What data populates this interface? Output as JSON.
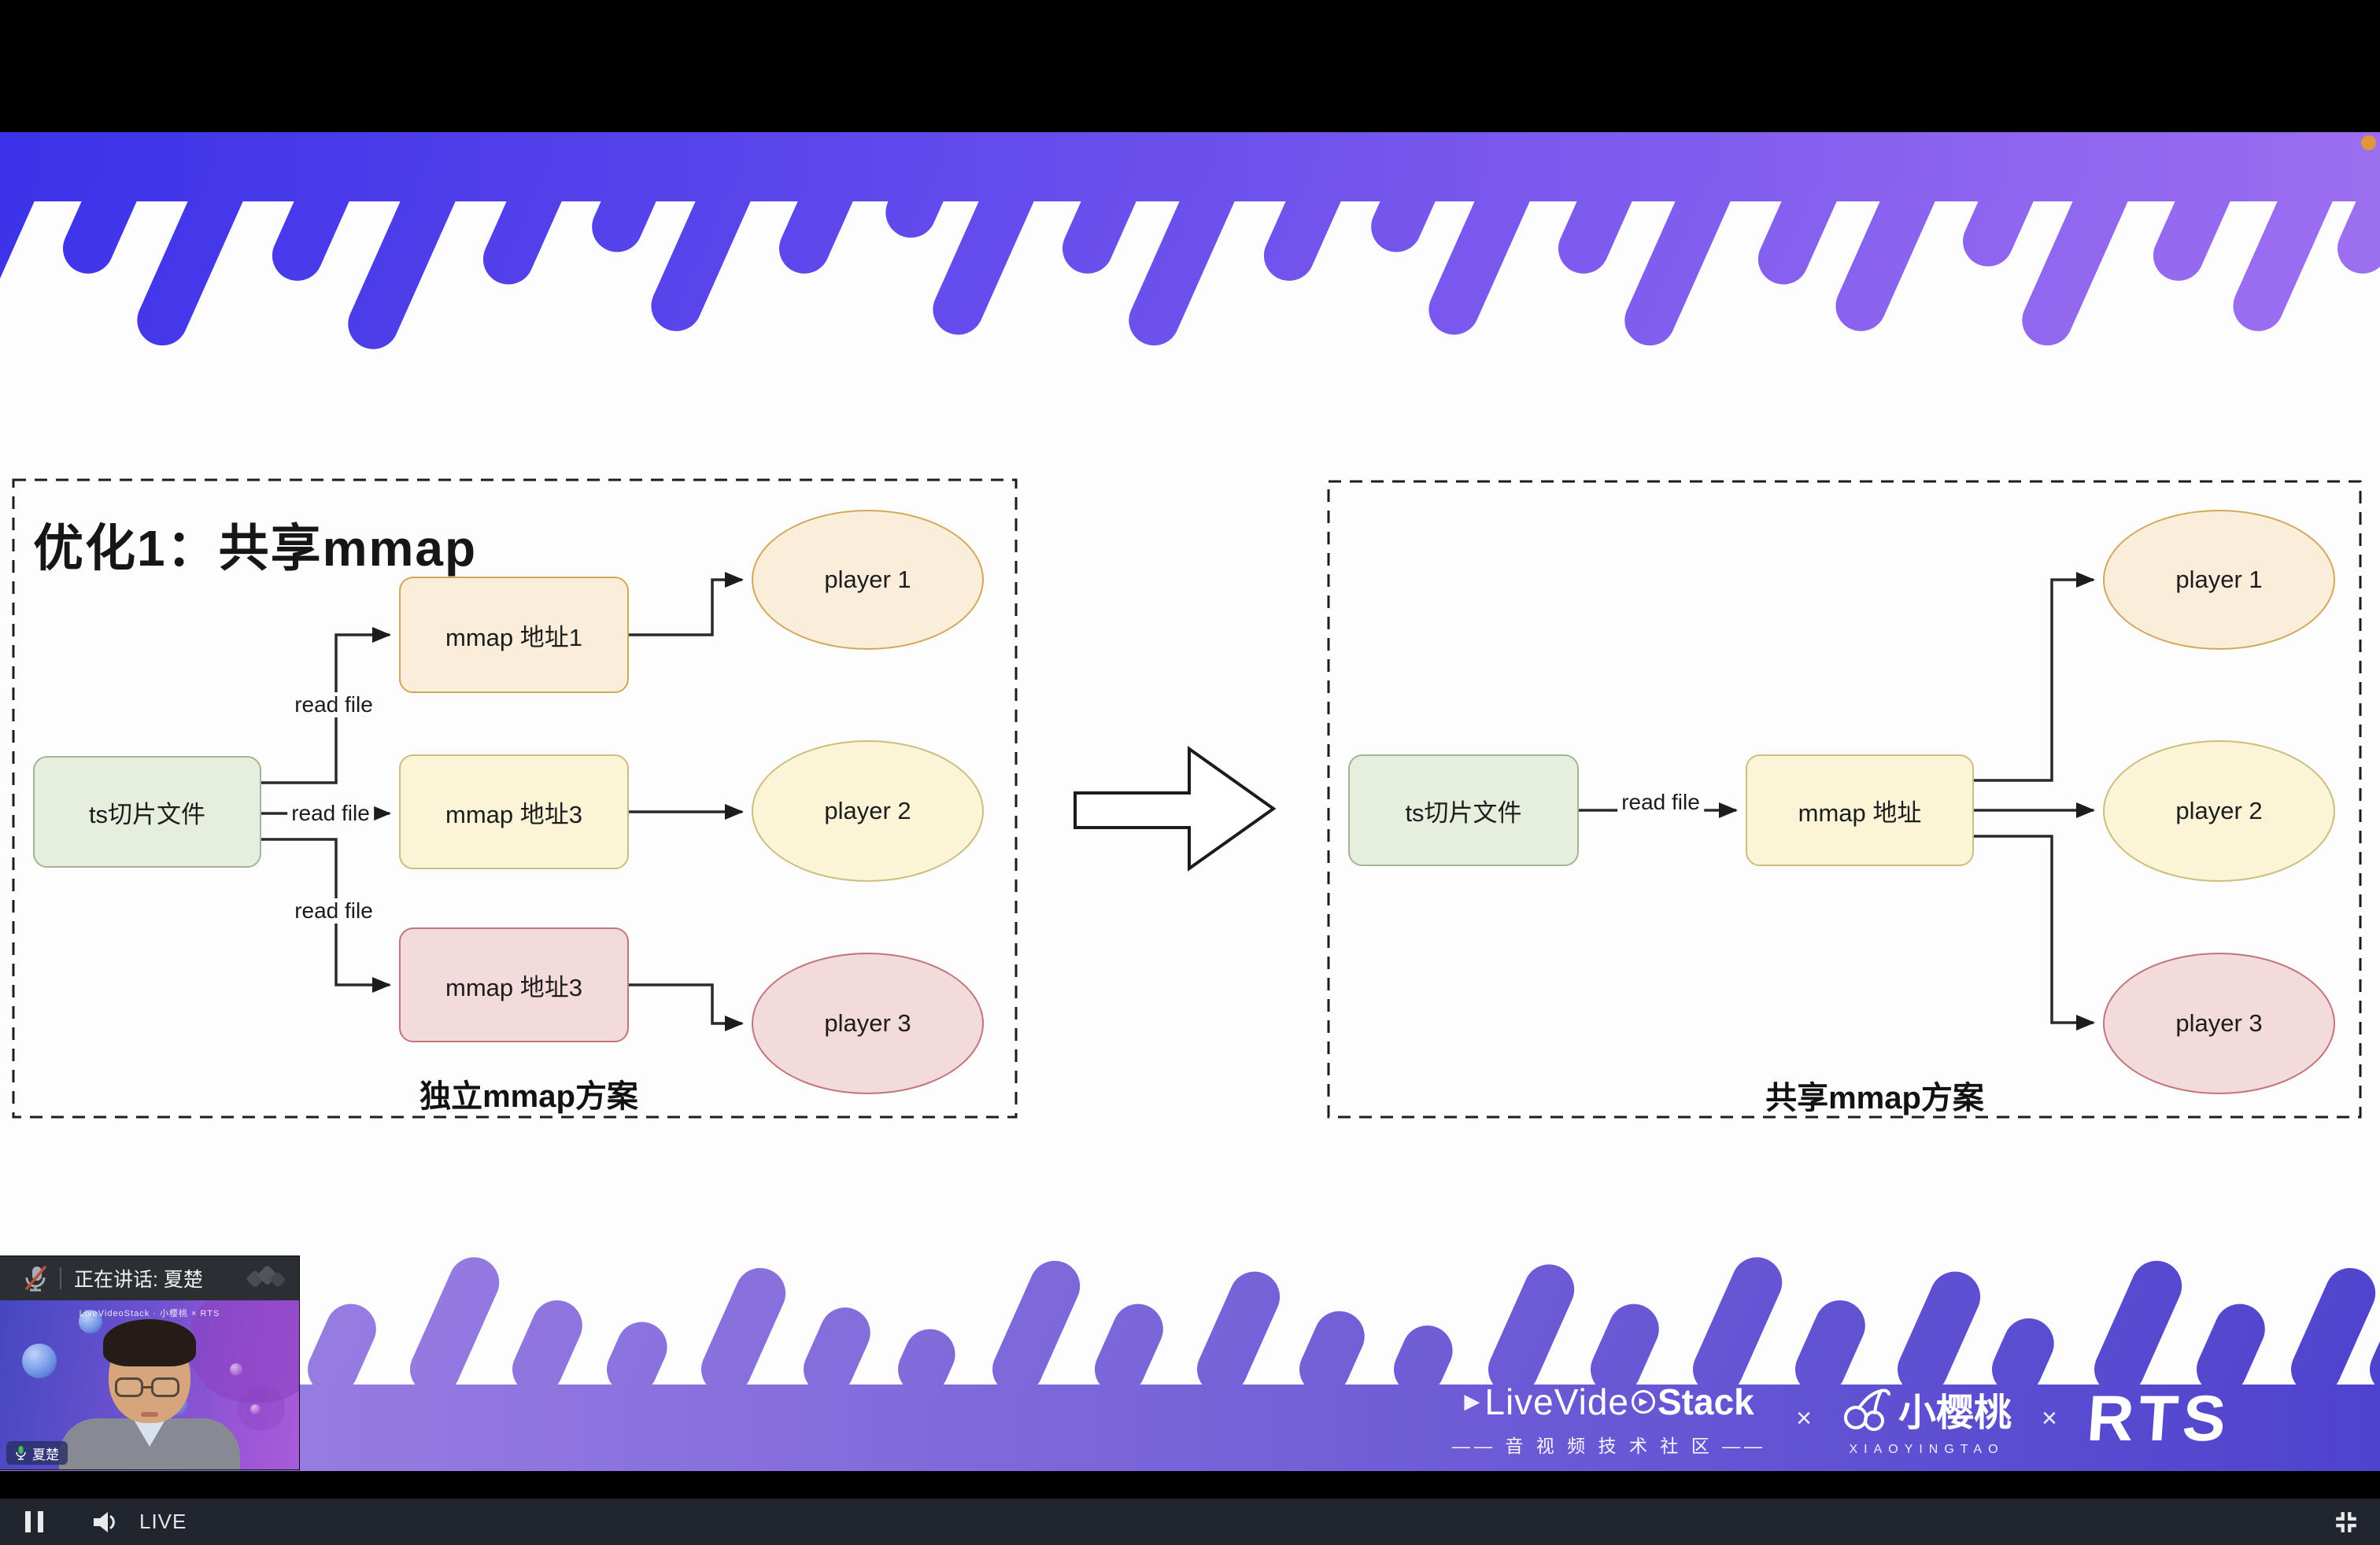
{
  "player": {
    "live_label": "LIVE",
    "icons": {
      "pause": "pause-icon",
      "volume": "speaker-icon",
      "exit_fullscreen": "compress-arrows-icon",
      "recording": "record-dot"
    }
  },
  "slide": {
    "title": "优化1：共享mmap",
    "left_diagram": {
      "caption": "独立mmap方案",
      "source_label": "ts切片文件",
      "mmap_labels": [
        "mmap 地址1",
        "mmap 地址3",
        "mmap 地址3"
      ],
      "player_labels": [
        "player 1",
        "player 2",
        "player 3"
      ],
      "edge_labels": [
        "read file",
        "read file",
        "read file"
      ]
    },
    "right_diagram": {
      "caption": "共享mmap方案",
      "source_label": "ts切片文件",
      "mmap_label": "mmap 地址",
      "player_labels": [
        "player 1",
        "player 2",
        "player 3"
      ],
      "edge_label": "read file"
    }
  },
  "webcam": {
    "speaking_label": "正在讲话: 夏楚",
    "name_badge": "夏楚",
    "watermark": "LiveVideoStack · 小樱桃 × RTS"
  },
  "footer": {
    "lvs_name_left": "LiveVide",
    "lvs_name_right": "Stack",
    "lvs_play_glyph": "▶",
    "lvs_circle_glyph": "▶",
    "lvs_subtitle": "—— 音 视 频 技 术 社 区 ——",
    "sep": "×",
    "cherry_name": "小樱桃",
    "cherry_subtitle": "XIAOYINGTAO",
    "rts": "RTS"
  },
  "colors": {
    "band_top_left": "#3b32e9",
    "band_top_right": "#9c6ef0",
    "band_bottom_left": "#a184e4",
    "band_bottom_right": "#4e43cd",
    "node_green": "#e6eedd",
    "node_peach": "#faeeda",
    "node_cream": "#fbf4d7",
    "node_pink": "#f3dadb",
    "control_bar": "#21252d",
    "record_dot": "#e0963f"
  }
}
